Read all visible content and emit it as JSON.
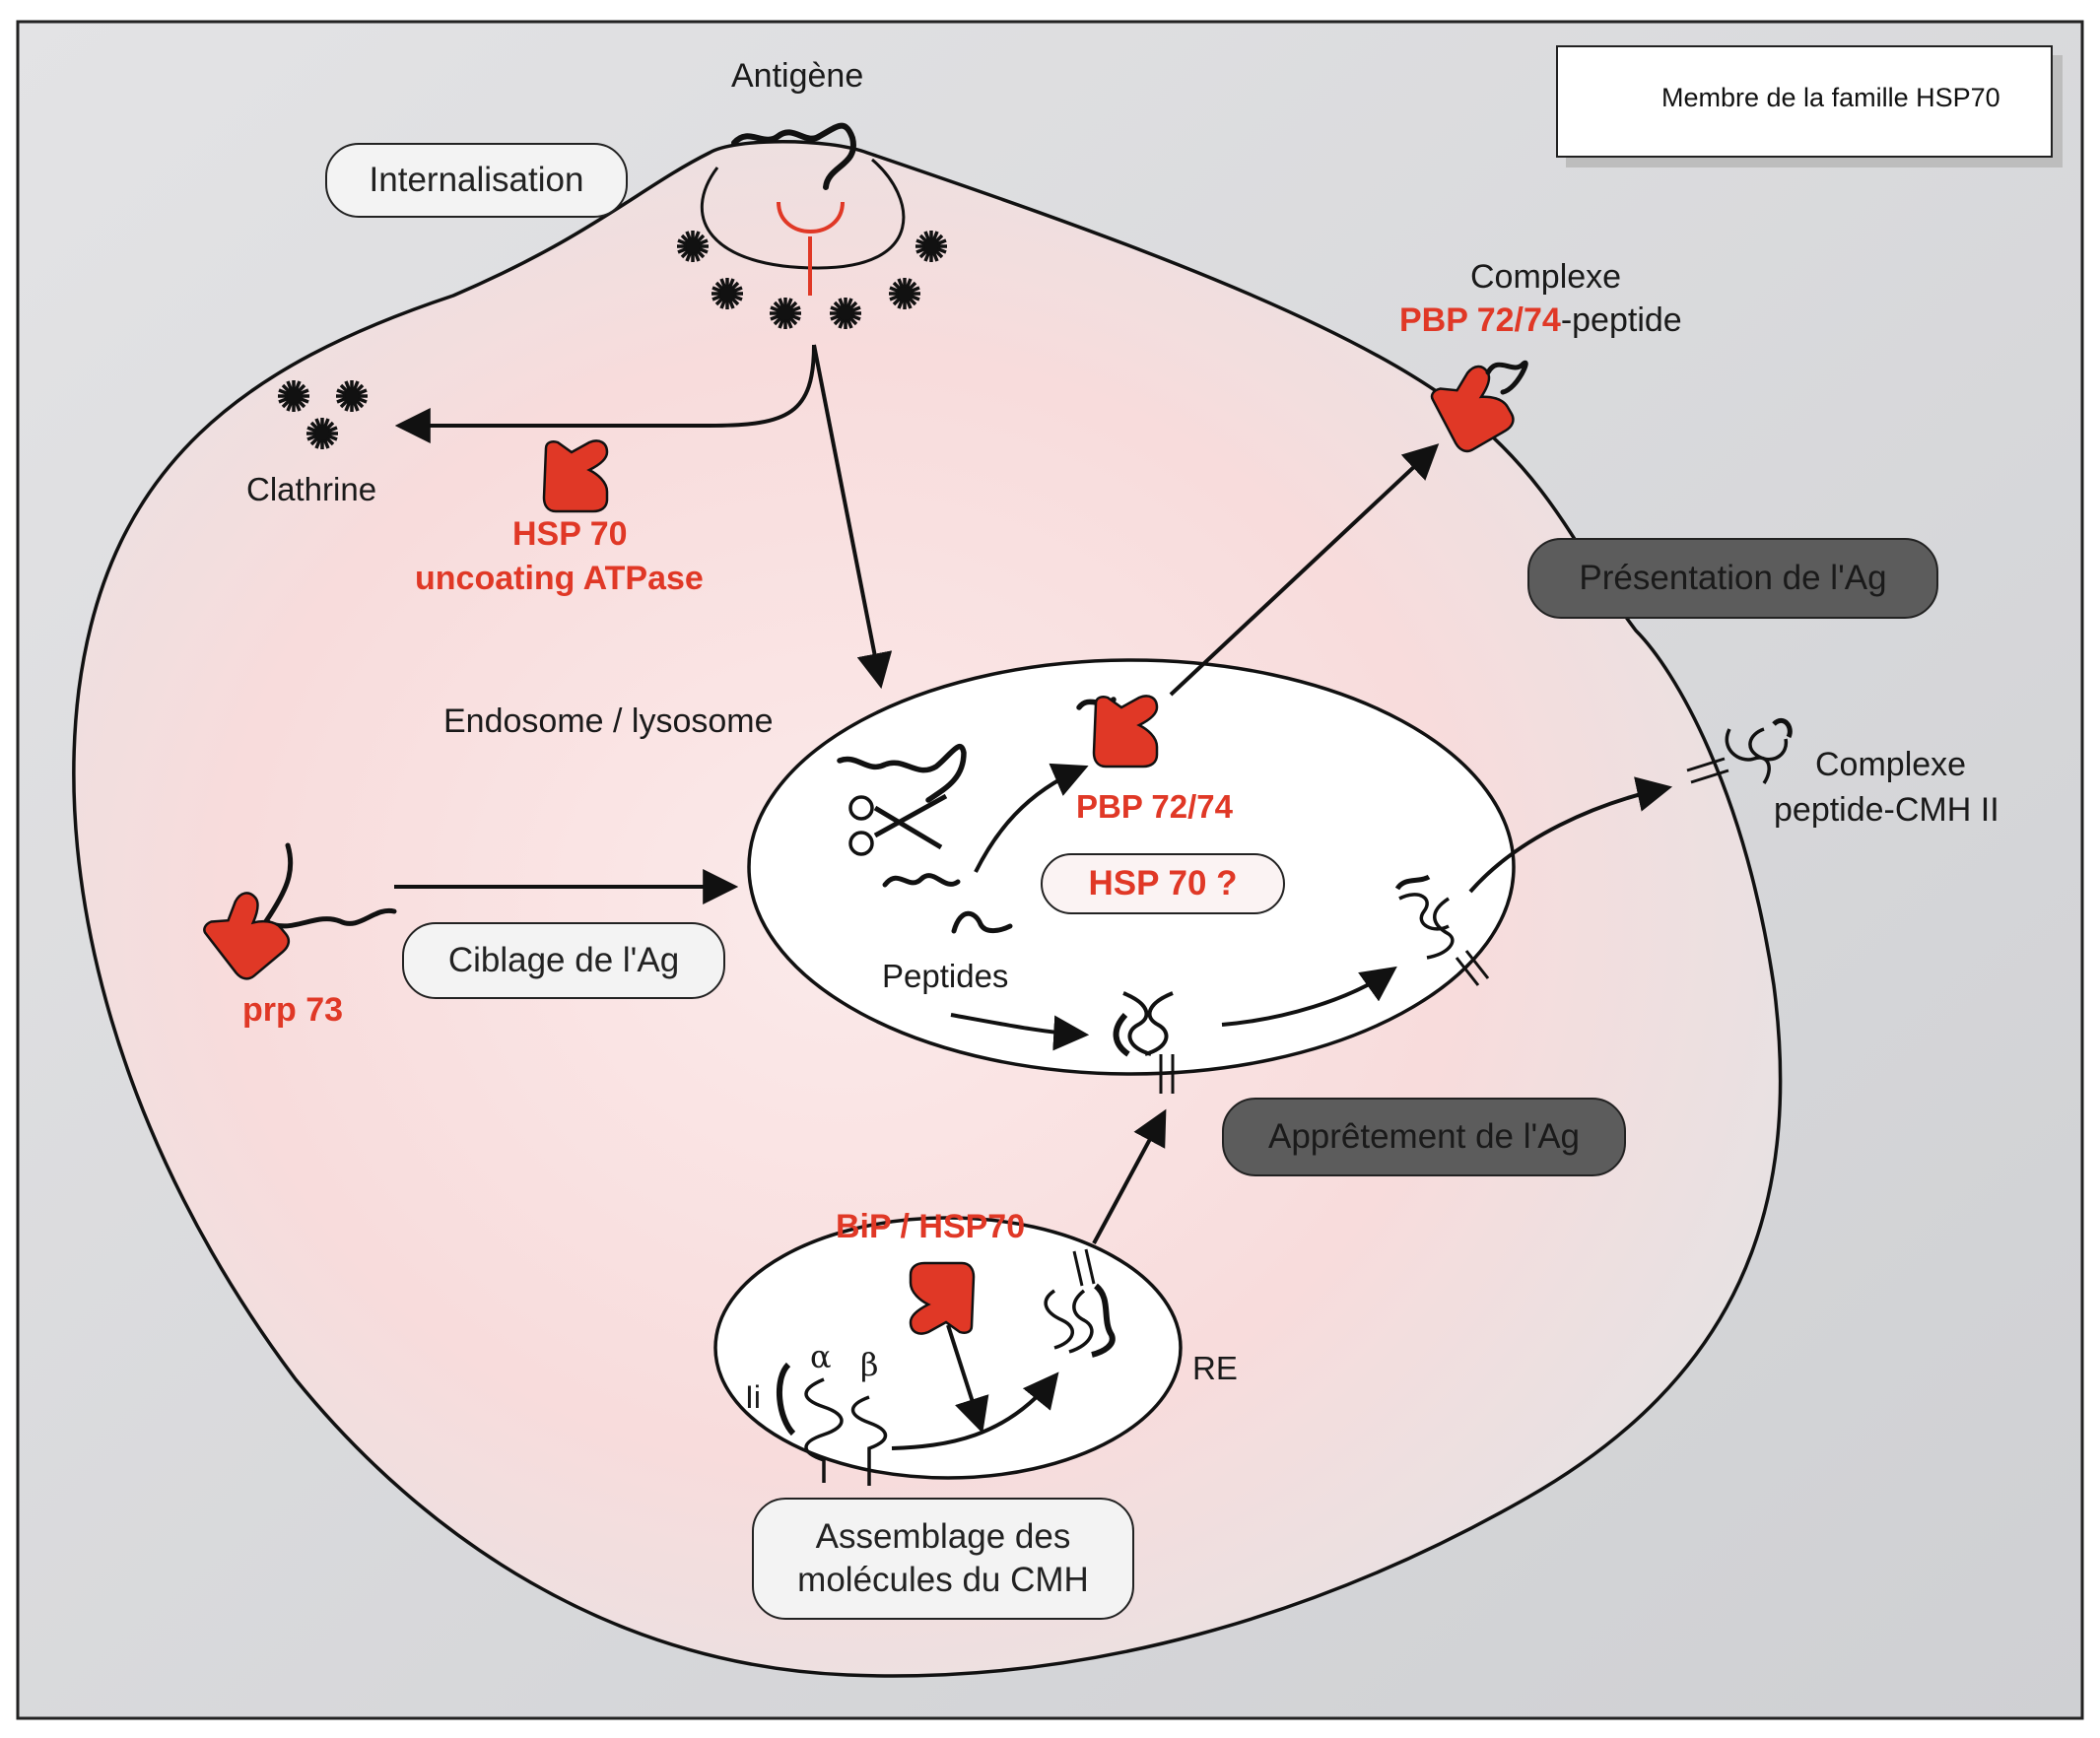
{
  "legend": {
    "label": "Membre de la famille HSP70",
    "icon": "hsp70-chaperone-icon"
  },
  "colors": {
    "hsp70_red": "#e03826",
    "dark_box": "#5c5c5c",
    "cell_fill": "#fde8e8",
    "background": "#d7d8da"
  },
  "labels": {
    "antigene": "Antigène",
    "clathrine": "Clathrine",
    "hsp70_line1": "HSP 70",
    "hsp70_line2": "uncoating ATPase",
    "complexe_top": "Complexe",
    "pbp_complex_red": "PBP 72/74",
    "pbp_complex_suffix": "-peptide",
    "endosome": "Endosome / lysosome",
    "pbp": "PBP 72/74",
    "peptides": "Peptides",
    "prp73": "prp 73",
    "complexe_mhc_line1": "Complexe",
    "complexe_mhc_line2": "peptide-CMH II",
    "bip": "BiP / HSP70",
    "re": "RE",
    "li": "Ii",
    "alpha": "α",
    "beta": "β"
  },
  "boxes": {
    "internalisation": "Internalisation",
    "presentation": "Présentation de l'Ag",
    "hsp70_question": "HSP 70 ?",
    "ciblage": "Ciblage de l'Ag",
    "appretement": "Apprêtement de l'Ag",
    "assemblage_line1": "Assemblage des",
    "assemblage_line2": "molécules du CMH"
  }
}
